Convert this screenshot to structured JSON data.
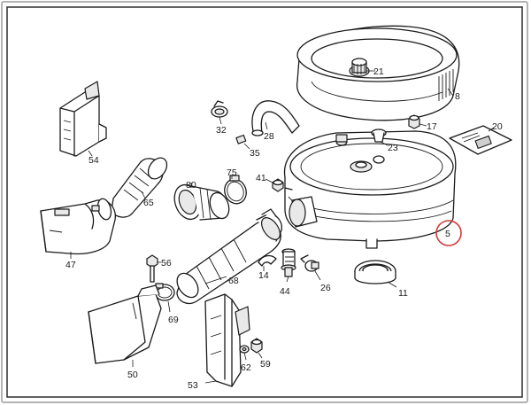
{
  "diagram": {
    "highlight_color": "#d43a3a",
    "callouts": [
      {
        "id": "p21",
        "label": "21"
      },
      {
        "id": "p8",
        "label": "8"
      },
      {
        "id": "p17",
        "label": "17"
      },
      {
        "id": "p20",
        "label": "20"
      },
      {
        "id": "p54",
        "label": "54"
      },
      {
        "id": "p32",
        "label": "32"
      },
      {
        "id": "p28",
        "label": "28"
      },
      {
        "id": "p35",
        "label": "35"
      },
      {
        "id": "p23",
        "label": "23"
      },
      {
        "id": "p65",
        "label": "65"
      },
      {
        "id": "p80",
        "label": "80"
      },
      {
        "id": "p75",
        "label": "75"
      },
      {
        "id": "p41",
        "label": "41"
      },
      {
        "id": "p5",
        "label": "5"
      },
      {
        "id": "p47",
        "label": "47"
      },
      {
        "id": "p56",
        "label": "56"
      },
      {
        "id": "p14",
        "label": "14"
      },
      {
        "id": "p44",
        "label": "44"
      },
      {
        "id": "p26",
        "label": "26"
      },
      {
        "id": "p11",
        "label": "11"
      },
      {
        "id": "p68",
        "label": "68"
      },
      {
        "id": "p69",
        "label": "69"
      },
      {
        "id": "p50",
        "label": "50"
      },
      {
        "id": "p62",
        "label": "62"
      },
      {
        "id": "p59",
        "label": "59"
      },
      {
        "id": "p53",
        "label": "53"
      }
    ]
  }
}
